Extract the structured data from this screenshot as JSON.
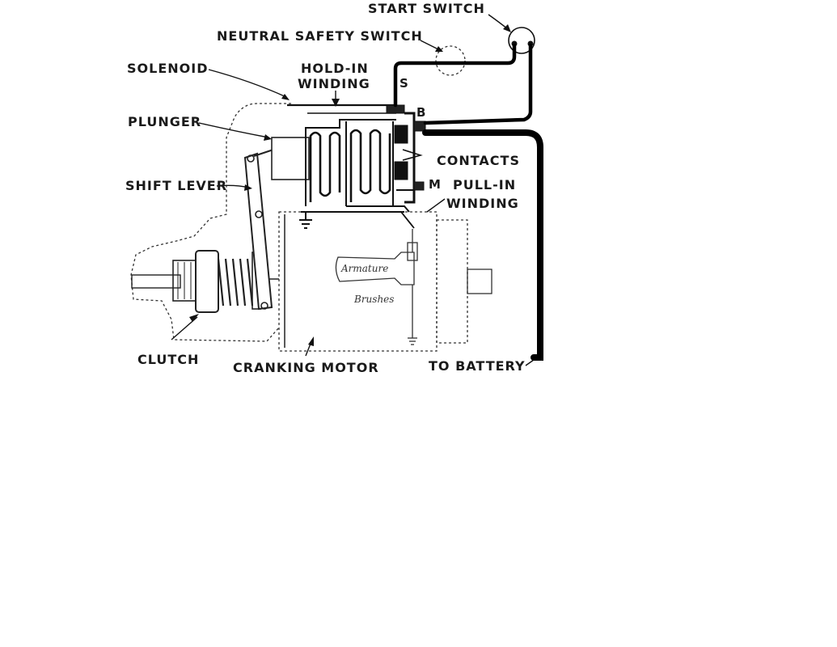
{
  "labels": {
    "start_switch": "START SWITCH",
    "neutral_safety_switch": "NEUTRAL SAFETY SWITCH",
    "solenoid": "SOLENOID",
    "hold_in_winding_1": "HOLD-IN",
    "hold_in_winding_2": "WINDING",
    "plunger": "PLUNGER",
    "shift_lever": "SHIFT LEVER",
    "contacts": "CONTACTS",
    "pull_in_winding_1": "PULL-IN",
    "pull_in_winding_2": "WINDING",
    "clutch": "CLUTCH",
    "cranking_motor": "CRANKING MOTOR",
    "to_battery": "TO BATTERY"
  },
  "terminals": {
    "s": "S",
    "b": "B",
    "m": "M"
  },
  "handwritten": {
    "armature": "Armature",
    "brushes": "Brushes"
  }
}
